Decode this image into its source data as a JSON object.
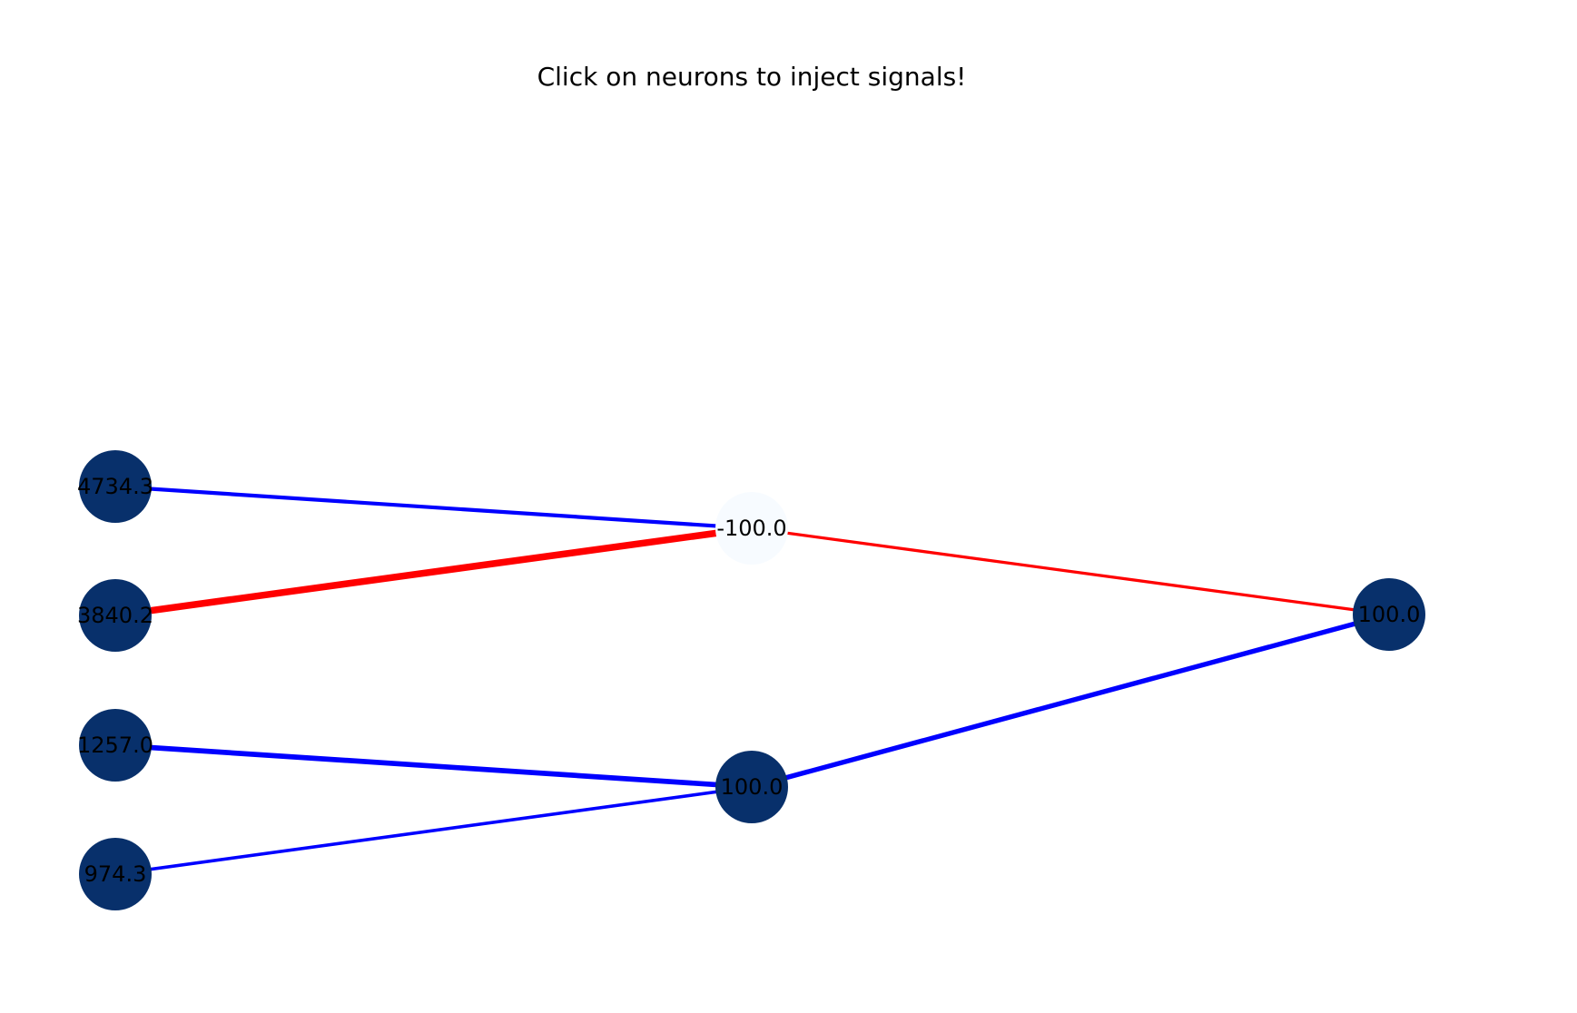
{
  "title": "Click on neurons to inject signals!",
  "colors": {
    "neuron_active": "#08306b",
    "neuron_inactive": "#f7fbff",
    "edge_positive": "#0000ff",
    "edge_negative": "#ff0000",
    "label": "#000000"
  },
  "network": {
    "layers": [
      {
        "neurons": [
          {
            "id": "n0",
            "value": "4734.3",
            "state": "active"
          },
          {
            "id": "n1",
            "value": "3840.2",
            "state": "active"
          },
          {
            "id": "n2",
            "value": "1257.0",
            "state": "active"
          },
          {
            "id": "n3",
            "value": "974.3",
            "state": "active"
          }
        ]
      },
      {
        "neurons": [
          {
            "id": "h0",
            "value": "-100.0",
            "state": "inactive"
          },
          {
            "id": "h1",
            "value": "100.0",
            "state": "active"
          }
        ]
      },
      {
        "neurons": [
          {
            "id": "o0",
            "value": "100.0",
            "state": "active"
          }
        ]
      }
    ],
    "connections": [
      {
        "from": "n0",
        "to": "h0",
        "sign": "positive",
        "strength": 0.45
      },
      {
        "from": "n1",
        "to": "h0",
        "sign": "negative",
        "strength": 1.0
      },
      {
        "from": "n2",
        "to": "h1",
        "sign": "positive",
        "strength": 0.7
      },
      {
        "from": "n3",
        "to": "h1",
        "sign": "positive",
        "strength": 0.35
      },
      {
        "from": "h0",
        "to": "o0",
        "sign": "negative",
        "strength": 0.3
      },
      {
        "from": "h1",
        "to": "o0",
        "sign": "positive",
        "strength": 0.65
      }
    ]
  }
}
